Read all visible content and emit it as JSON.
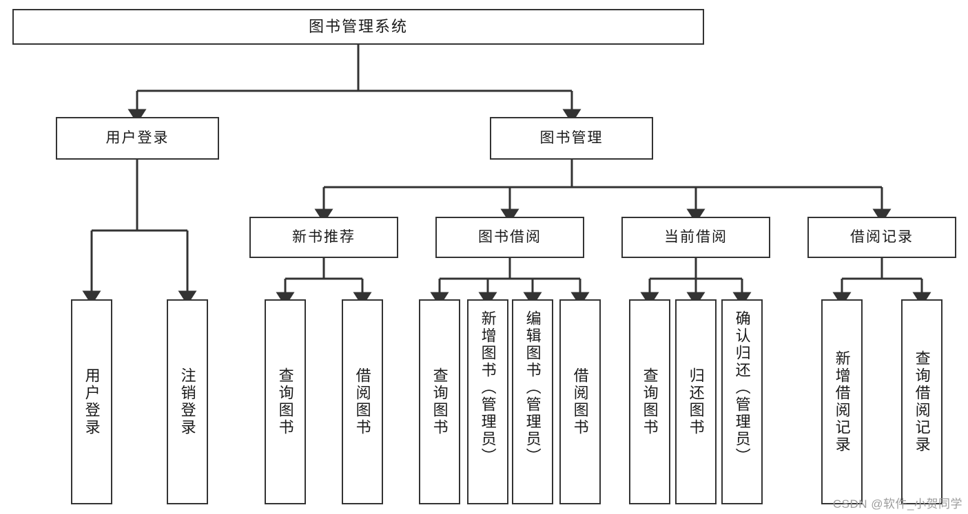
{
  "diagram": {
    "title": "图书管理系统",
    "type": "hierarchy-tree",
    "watermark": "CSDN @软件_小贺同学",
    "colors": {
      "box_border": "#333333",
      "box_fill": "#ffffff",
      "edge": "#333333",
      "text": "#1a1a1a",
      "watermark": "#9c9c9c",
      "background": "#ffffff"
    },
    "levels": {
      "root": {
        "label": "图书管理系统"
      },
      "level2": [
        {
          "id": "user-login",
          "label": "用户登录"
        },
        {
          "id": "book-management",
          "label": "图书管理"
        }
      ],
      "level3": [
        {
          "id": "new-book-recommend",
          "label": "新书推荐",
          "parent": "book-management"
        },
        {
          "id": "book-borrow",
          "label": "图书借阅",
          "parent": "book-management"
        },
        {
          "id": "current-borrow",
          "label": "当前借阅",
          "parent": "book-management"
        },
        {
          "id": "borrow-record",
          "label": "借阅记录",
          "parent": "book-management"
        }
      ],
      "leaves": [
        {
          "id": "leaf-user-login",
          "label": "用户登录",
          "parent": "user-login"
        },
        {
          "id": "leaf-logout-login",
          "label": "注销登录",
          "parent": "user-login"
        },
        {
          "id": "leaf-query-book-1",
          "label": "查询图书",
          "parent": "new-book-recommend"
        },
        {
          "id": "leaf-borrow-book-1",
          "label": "借阅图书",
          "parent": "new-book-recommend"
        },
        {
          "id": "leaf-query-book-2",
          "label": "查询图书",
          "parent": "book-borrow"
        },
        {
          "id": "leaf-add-book",
          "label": "新增图书（管理员）",
          "parent": "book-borrow"
        },
        {
          "id": "leaf-edit-book",
          "label": "编辑图书（管理员）",
          "parent": "book-borrow"
        },
        {
          "id": "leaf-borrow-book-2",
          "label": "借阅图书",
          "parent": "book-borrow"
        },
        {
          "id": "leaf-query-book-3",
          "label": "查询图书",
          "parent": "current-borrow"
        },
        {
          "id": "leaf-return-book",
          "label": "归还图书",
          "parent": "current-borrow"
        },
        {
          "id": "leaf-confirm-return",
          "label": "确认归还（管理员）",
          "parent": "current-borrow"
        },
        {
          "id": "leaf-add-record",
          "label": "新增借阅记录",
          "parent": "borrow-record"
        },
        {
          "id": "leaf-query-record",
          "label": "查询借阅记录",
          "parent": "borrow-record"
        }
      ]
    }
  }
}
